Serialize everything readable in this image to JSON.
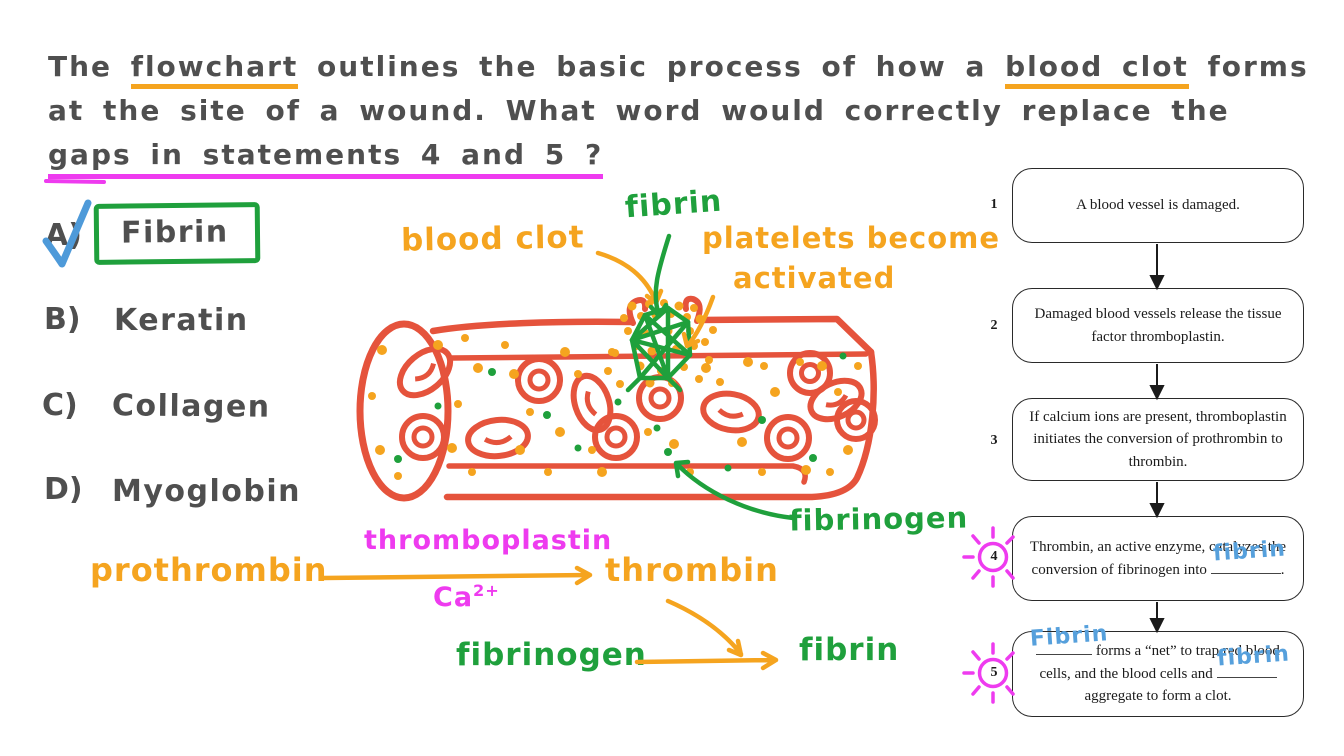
{
  "question": {
    "line1": {
      "t1": "The ",
      "u1": "flowchart",
      "t2": " outlines the basic process of how a ",
      "u2": "blood clot",
      "t3": " forms"
    },
    "line2": "at the site of a wound. What word would correctly replace the",
    "line3": "gaps in statements 4 and 5 ?"
  },
  "options": [
    {
      "letter": "A)",
      "label": "Fibrin",
      "selected": true
    },
    {
      "letter": "B)",
      "label": "Keratin",
      "selected": false
    },
    {
      "letter": "C)",
      "label": "Collagen",
      "selected": false
    },
    {
      "letter": "D)",
      "label": "Myoglobin",
      "selected": false
    }
  ],
  "diagram": {
    "labels": {
      "blood_clot": "blood clot",
      "fibrin": "fibrin",
      "platelets_1": "platelets become",
      "platelets_2": "activated",
      "fibrinogen": "fibrinogen"
    }
  },
  "reaction": {
    "substrate": "prothrombin",
    "enzyme": "thromboplastin",
    "cofactor_base": "Ca",
    "cofactor_sup": "2+",
    "product": "thrombin",
    "substrate2": "fibrinogen",
    "product2": "fibrin"
  },
  "flowchart": {
    "steps": [
      {
        "num": "1",
        "text": "A blood vessel is damaged."
      },
      {
        "num": "2",
        "text": "Damaged blood vessels release the tissue factor thromboplastin."
      },
      {
        "num": "3",
        "text": "If calcium ions are present, thromboplastin initiates the conversion of prothrombin to thrombin."
      },
      {
        "num": "4",
        "text": "Thrombin, an active enzyme, catalyzes the conversion of fibrinogen into",
        "answer": "fibrin",
        "text2": "."
      },
      {
        "num": "5",
        "answer1": "Fibrin",
        "text": "forms a “net” to trap red blood cells, and the blood cells and",
        "answer2": "fibrin",
        "text2": "aggregate to form a clot."
      }
    ]
  },
  "colors": {
    "orange": "#F5A41F",
    "green": "#1FA03C",
    "red": "#E5533C",
    "magenta": "#EE3BEF",
    "blue": "#4E9AD9",
    "ink_gray": "#4F4F4F"
  }
}
